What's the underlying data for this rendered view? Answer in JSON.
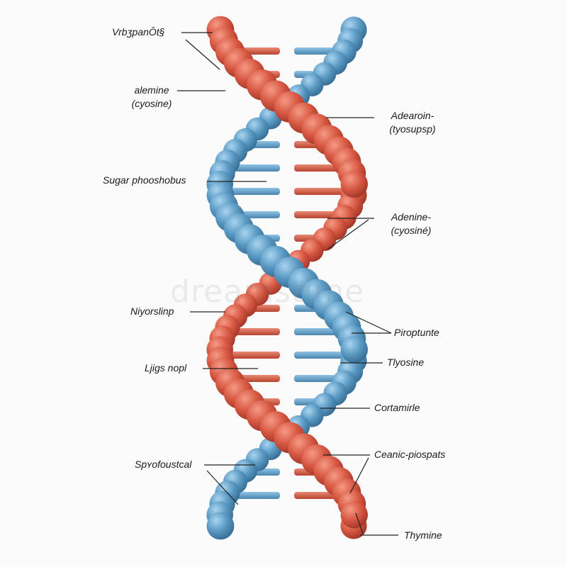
{
  "diagram": {
    "watermark": "dreamstime",
    "colors": {
      "red_strand": "#d85a44",
      "blue_strand": "#5b9ac4",
      "leader_line": "#222222",
      "background": "#fbfbfb"
    },
    "labels": {
      "top_left": "VrbʒpanŌt§",
      "alemine_cyosine": [
        "alemine",
        "(cyosine)"
      ],
      "adearoin": [
        "Adearoin-",
        "(tyosupsp)"
      ],
      "sugar_phosphobus": "Sugar phooshobus",
      "adenine_cyosine": [
        "Adenine-",
        "(cyosiné)"
      ],
      "niyorslinp": "Niyorslinp",
      "piroptunte": "Piroptunte",
      "ljigs_nopl": "Ljigs nopl",
      "tlyosine": "Tlyosine",
      "cortamirle": "Cortamirle",
      "spofoustcal": "Spʏofoustcal",
      "ceanic_prospats": "Ceanic-piospats",
      "thymine": "Thymine"
    }
  }
}
